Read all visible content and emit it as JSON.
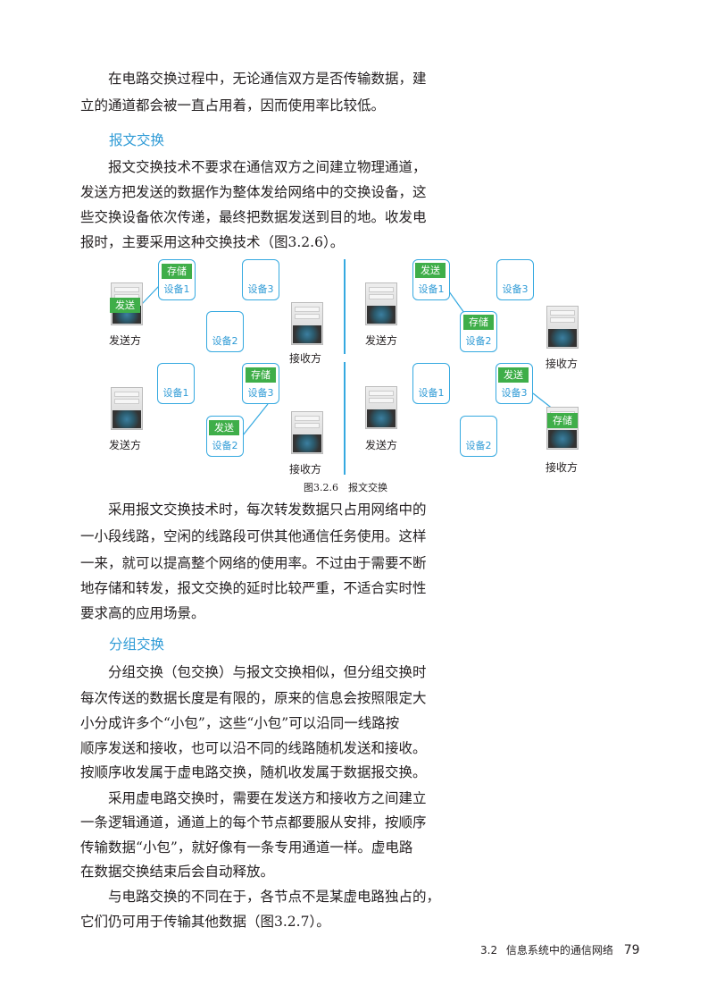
{
  "para1": [
    "　　在电路交换过程中，无论通信双方是否传输数据，建",
    "立的通道都会被一直占用着，因而使用率比较低。"
  ],
  "heading1": "报文交换",
  "para2": [
    "　　报文交换技术不要求在通信双方之间建立物理通道，",
    "发送方把发送的数据作为整体发给网络中的交换设备，这",
    "些交换设备依次传递，最终把数据发送到目的地。收发电",
    "报时，主要采用这种交换技术（图3.2.6）。"
  ],
  "figure": {
    "caption": "图3.2.6　报文交换",
    "sender": "发送方",
    "receiver": "接收方",
    "devices": [
      "设备1",
      "设备2",
      "设备3"
    ],
    "send_badge": "发送",
    "store_badge": "存储"
  },
  "para3": [
    "　　采用报文交换技术时，每次转发数据只占用网络中的",
    "一小段线路，空闲的线路段可供其他通信任务使用。这样",
    "一来，就可以提高整个网络的使用率。不过由于需要不断",
    "地存储和转发，报文交换的延时比较严重，不适合实时性",
    "要求高的应用场景。"
  ],
  "heading2": "分组交换",
  "para4": [
    "　　分组交换（包交换）与报文交换相似，但分组交换时",
    "每次传送的数据长度是有限的，原来的信息会按照限定大",
    "小分成许多个“小包”，这些“小包”可以沿同一线路按",
    "顺序发送和接收，也可以沿不同的线路随机发送和接收。",
    "按顺序收发属于虚电路交换，随机收发属于数据报交换。"
  ],
  "para5": [
    "　　采用虚电路交换时，需要在发送方和接收方之间建立",
    "一条逻辑通道，通道上的每个节点都要服从安排，按顺序",
    "传输数据“小包”，就好像有一条专用通道一样。虚电路",
    "在数据交换结束后会自动释放。"
  ],
  "para6": [
    "　　与电路交换的不同在于，各节点不是某虚电路独占的，",
    "它们仍可用于传输其他数据（图3.2.7）。"
  ],
  "footer": {
    "section": "3.2",
    "title": "信息系统中的通信网络",
    "page": "79"
  }
}
